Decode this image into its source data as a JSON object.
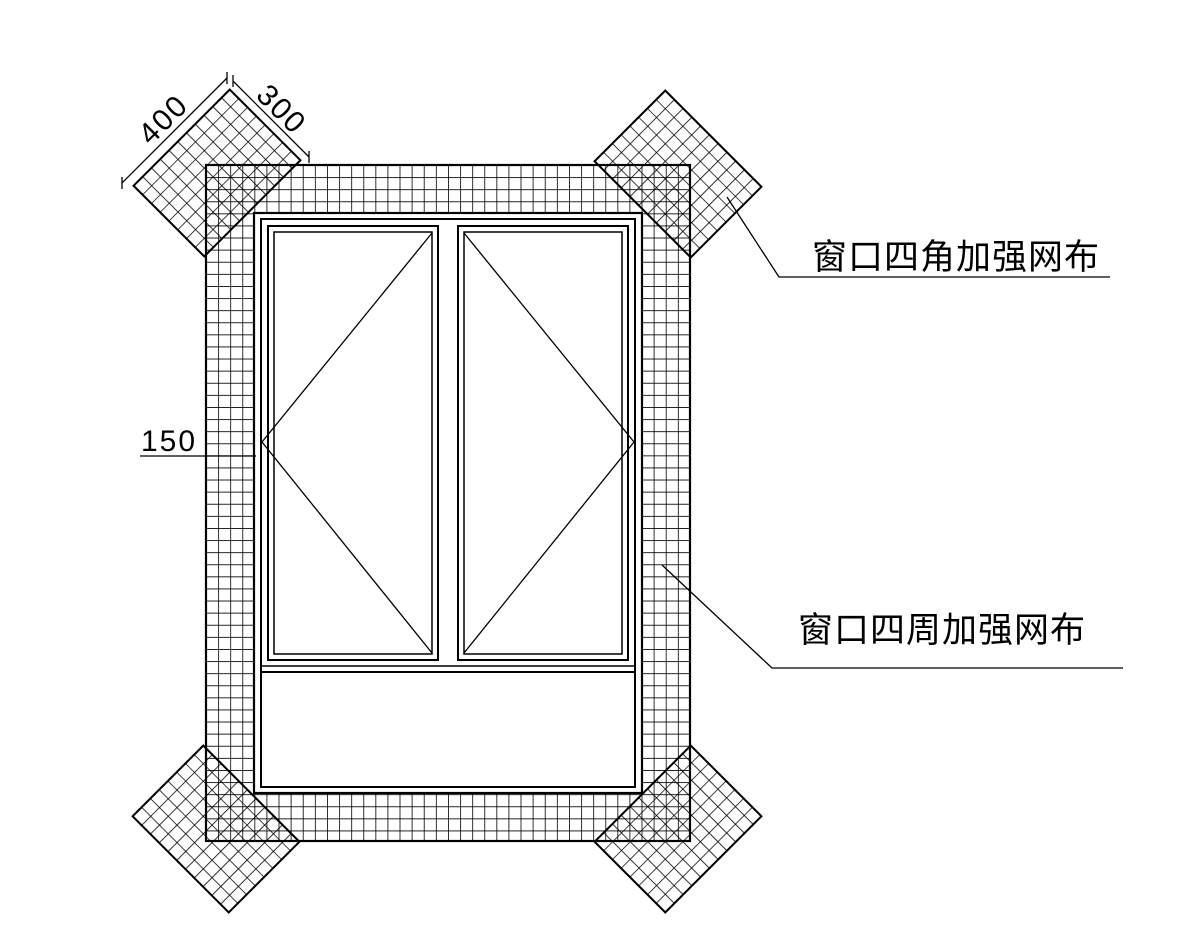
{
  "diagram": {
    "background_color": "#ffffff",
    "line_color": "#000000",
    "labels": {
      "corner_mesh": "窗口四角加强网布",
      "perimeter_mesh": "窗口四周加强网布"
    },
    "dimensions": {
      "corner_400": "400",
      "corner_300": "300",
      "band_150": "150"
    }
  }
}
